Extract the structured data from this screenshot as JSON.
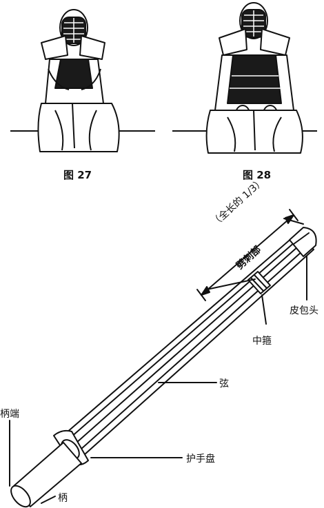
{
  "figures": [
    {
      "caption": "图 27"
    },
    {
      "caption": "图 28"
    }
  ],
  "shinai_diagram": {
    "labels": {
      "length_note": "（全长的 1/3）",
      "strike_part": "劈刺部",
      "tip_leather": "皮包头",
      "middle_band": "中箍",
      "string": "弦",
      "guard": "护手盘",
      "pommel_end": "柄端",
      "handle": "柄"
    }
  }
}
